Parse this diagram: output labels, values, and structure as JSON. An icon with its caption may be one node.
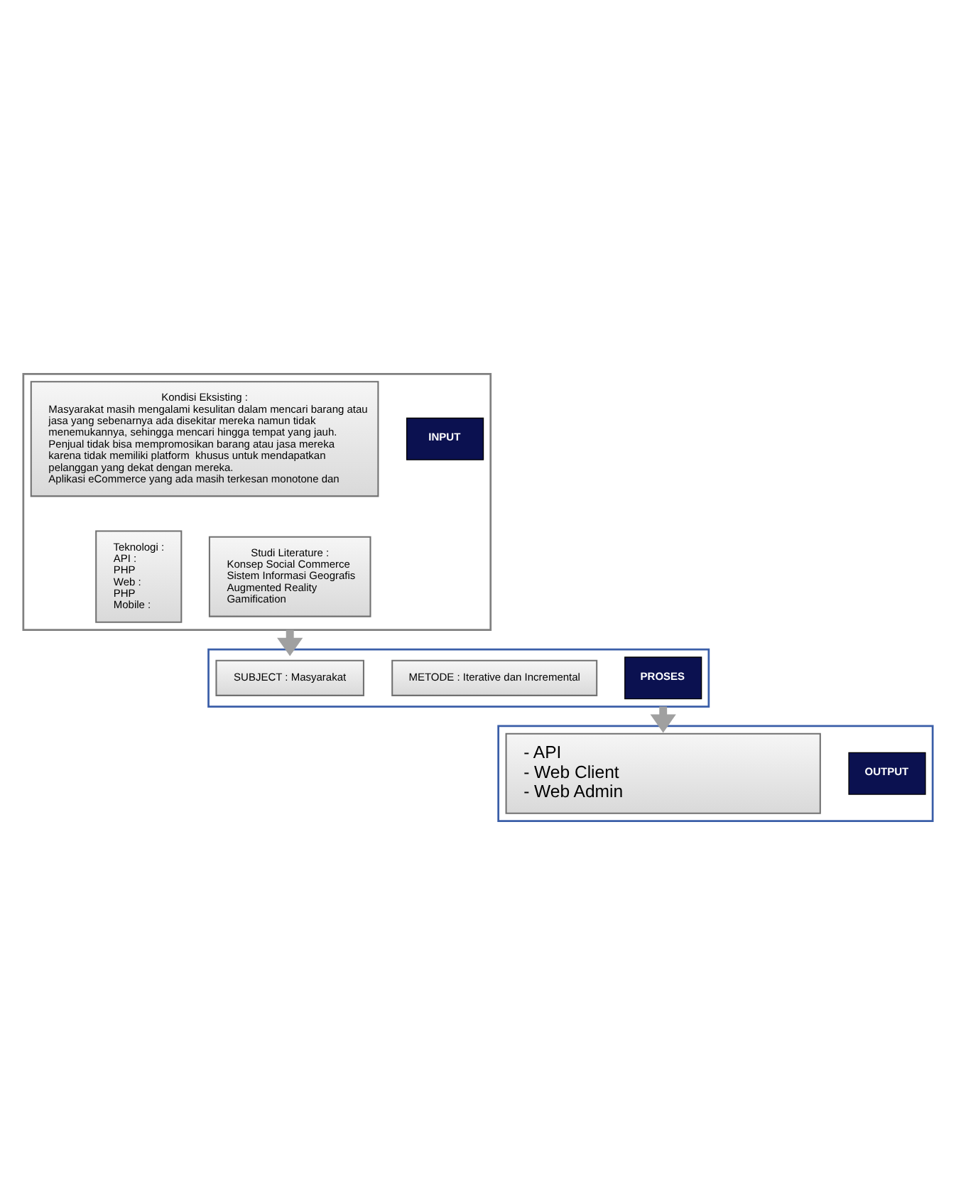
{
  "diagram": {
    "nodes": [
      {
        "text": [],
        "shape": "box"
      },
      {
        "text": [
          "Kondisi Eksisting :",
          "Masyarakat masih mengalami kesulitan dalam mencari barang atau jasa yang sebenarnya ada disekitar mereka namun tidak menemukannya, sehingga mencari hingga tempat yang jauh.",
          "Penjual tidak bisa mempromosikan barang atau jasa mereka karena tidak memiliki platform  khusus untuk mendapatkan pelanggan yang dekat dengan mereka.",
          "Aplikasi eCommerce yang ada masih terkesan monotone dan"
        ],
        "in": 0
      },
      {
        "text": [
          "INPUT"
        ],
        "in": 0
      },
      {
        "text": [
          "Teknologi :",
          "API :",
          "PHP",
          "Web :",
          "PHP",
          "Mobile :"
        ],
        "in": 0
      },
      {
        "text": [
          "Studi Literature :",
          "Konsep Social Commerce",
          "Sistem Informasi Geografis",
          "Augmented Reality",
          "Gamification"
        ],
        "in": 0
      },
      {
        "text": [],
        "shape": "box"
      },
      {
        "text": [
          "SUBJECT : Masyarakat"
        ],
        "in": 5
      },
      {
        "text": [
          "METODE : Iterative dan Incremental"
        ],
        "in": 5
      },
      {
        "text": [
          "PROSES"
        ],
        "in": 5
      },
      {
        "text": [],
        "shape": "box"
      },
      {
        "text": [
          "- API",
          "- Web Client",
          "- Web Admin"
        ],
        "in": 9
      },
      {
        "text": [
          "OUTPUT"
        ],
        "in": 9
      }
    ],
    "edges": [
      {
        "from": 0,
        "to": 5,
        "arrow": "to"
      },
      {
        "from": 5,
        "to": 9,
        "arrow": "to"
      }
    ]
  }
}
